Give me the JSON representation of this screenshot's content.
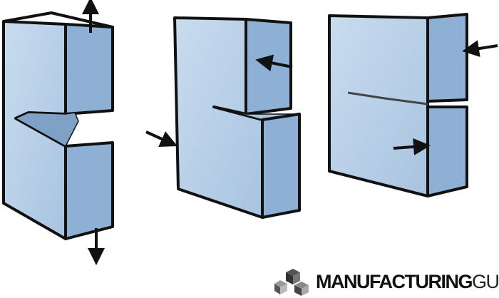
{
  "logo": {
    "brand_bold": "MANUFACTURING",
    "brand_light": "GUIDE"
  },
  "colors": {
    "front": "#bcd2e8",
    "side": "#8eb0d4",
    "top": "#a9c4e0",
    "outline": "#111111"
  },
  "figures": [
    {
      "name": "mode-1-opening",
      "arrows": [
        "up",
        "down"
      ]
    },
    {
      "name": "mode-2-sliding",
      "arrows": [
        "left",
        "right"
      ]
    },
    {
      "name": "mode-3-tearing",
      "arrows": [
        "left",
        "right"
      ]
    }
  ]
}
